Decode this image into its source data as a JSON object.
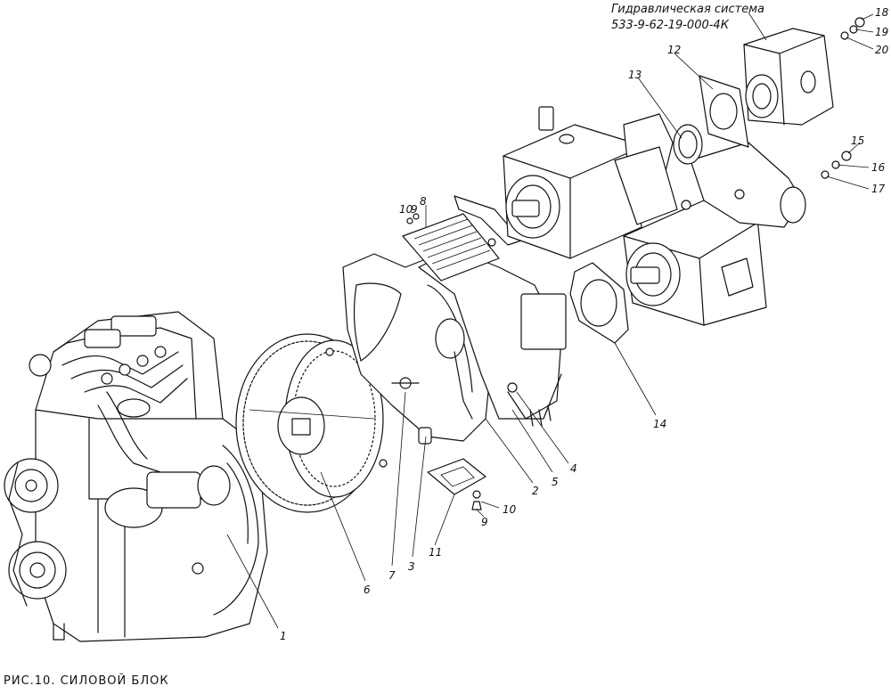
{
  "system_label": {
    "line1": "Гидравлическая система",
    "line2": "533-9-62-19-000-4К"
  },
  "caption": "РИС.10. СИЛОВОЙ БЛОК",
  "callouts": {
    "c1": "1",
    "c2": "2",
    "c3": "3",
    "c4": "4",
    "c5": "5",
    "c6": "6",
    "c7": "7",
    "c8": "8",
    "c9_top": "9",
    "c10_top": "10",
    "c9_bottom": "9",
    "c10_bottom": "10",
    "c11": "11",
    "c12": "12",
    "c13": "13",
    "c14": "14",
    "c15": "15",
    "c16": "16",
    "c17": "17",
    "c18": "18",
    "c19": "19",
    "c20": "20"
  }
}
